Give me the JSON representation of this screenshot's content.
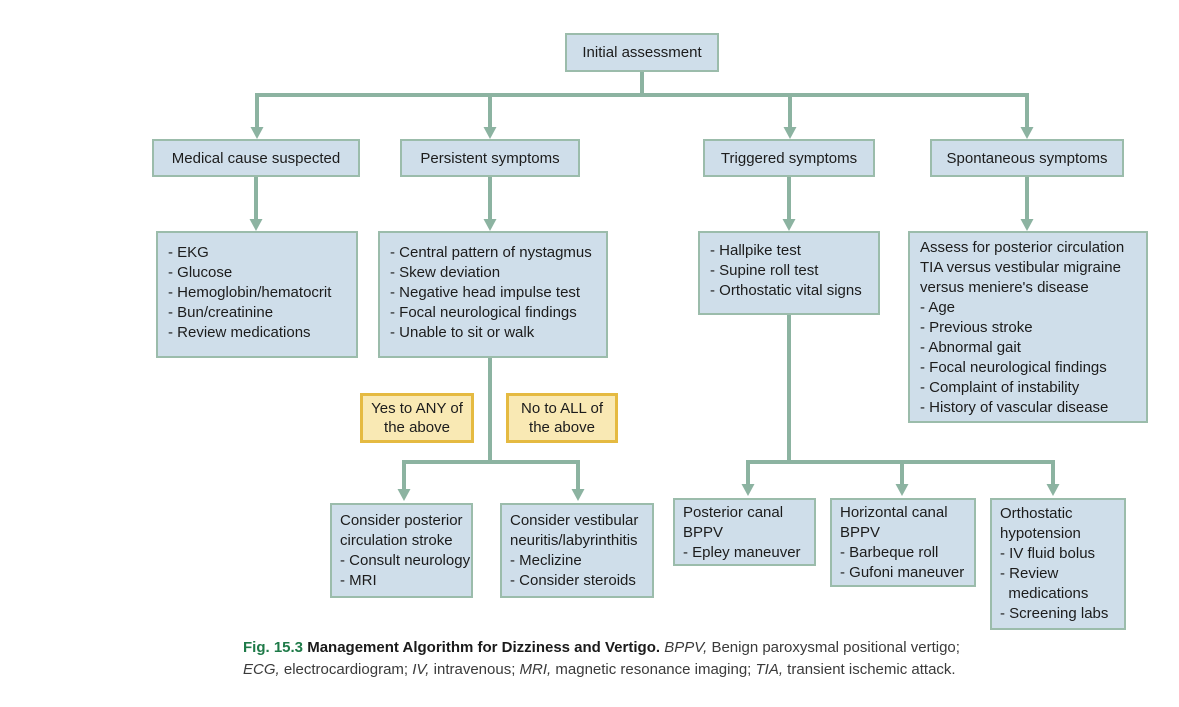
{
  "palette": {
    "box_fill": "#cfdeea",
    "box_border": "#9bbcab",
    "connector": "#8cb3a1",
    "highlight_fill": "#f9e9b4",
    "highlight_border": "#e5ba41",
    "caption_accent": "#1e7a48",
    "text": "#1c1c1c"
  },
  "nodes": {
    "initial": {
      "label": "Initial assessment"
    },
    "medical": {
      "label": "Medical cause suspected"
    },
    "persistent": {
      "label": "Persistent symptoms"
    },
    "triggered": {
      "label": "Triggered symptoms"
    },
    "spontaneous": {
      "label": "Spontaneous symptoms"
    },
    "medical_workup": {
      "lines": [
        "- EKG",
        "- Glucose",
        "- Hemoglobin/hematocrit",
        "- Bun/creatinine",
        "- Review medications"
      ]
    },
    "persistent_findings": {
      "lines": [
        "- Central pattern of nystagmus",
        "- Skew deviation",
        "- Negative head impulse test",
        "- Focal neurological findings",
        "- Unable to sit or walk"
      ]
    },
    "triggered_tests": {
      "lines": [
        "- Hallpike test",
        "- Supine roll test",
        "- Orthostatic vital signs"
      ]
    },
    "spontaneous_assess": {
      "lines": [
        "Assess for posterior circulation",
        "TIA versus vestibular migraine",
        "versus meniere's disease",
        "- Age",
        "- Previous stroke",
        "- Abnormal gait",
        "- Focal neurological findings",
        "- Complaint of instability",
        "- History of vascular disease"
      ]
    },
    "yes_any": {
      "lines": [
        "Yes to ANY of",
        "the above"
      ]
    },
    "no_all": {
      "lines": [
        "No to ALL of",
        "the above"
      ]
    },
    "stroke": {
      "lines": [
        "Consider posterior",
        "circulation stroke",
        "- Consult neurology",
        "- MRI"
      ]
    },
    "neuritis": {
      "lines": [
        "Consider vestibular",
        "neuritis/labyrinthitis",
        "- Meclizine",
        "- Consider steroids"
      ]
    },
    "posterior_bppv": {
      "lines": [
        "Posterior canal",
        "BPPV",
        "- Epley maneuver"
      ]
    },
    "horizontal_bppv": {
      "lines": [
        "Horizontal canal",
        "BPPV",
        "- Barbeque roll",
        "- Gufoni maneuver"
      ]
    },
    "orthostatic": {
      "lines": [
        "Orthostatic",
        "hypotension",
        "- IV fluid bolus",
        "- Review",
        "  medications",
        "- Screening labs"
      ]
    }
  },
  "caption": {
    "line1": {
      "fig_label": "Fig. 15.3",
      "title": " Management Algorithm for Dizziness and Vertigo. ",
      "term1": "BPPV,",
      "def1": " Benign paroxysmal positional vertigo;"
    },
    "line2": {
      "term2": "ECG,",
      "def2": " electrocardiogram; ",
      "term3": "IV,",
      "def3": " intravenous; ",
      "term4": "MRI,",
      "def4": " magnetic resonance imaging; ",
      "term5": "TIA,",
      "def5": " transient ischemic attack."
    }
  }
}
